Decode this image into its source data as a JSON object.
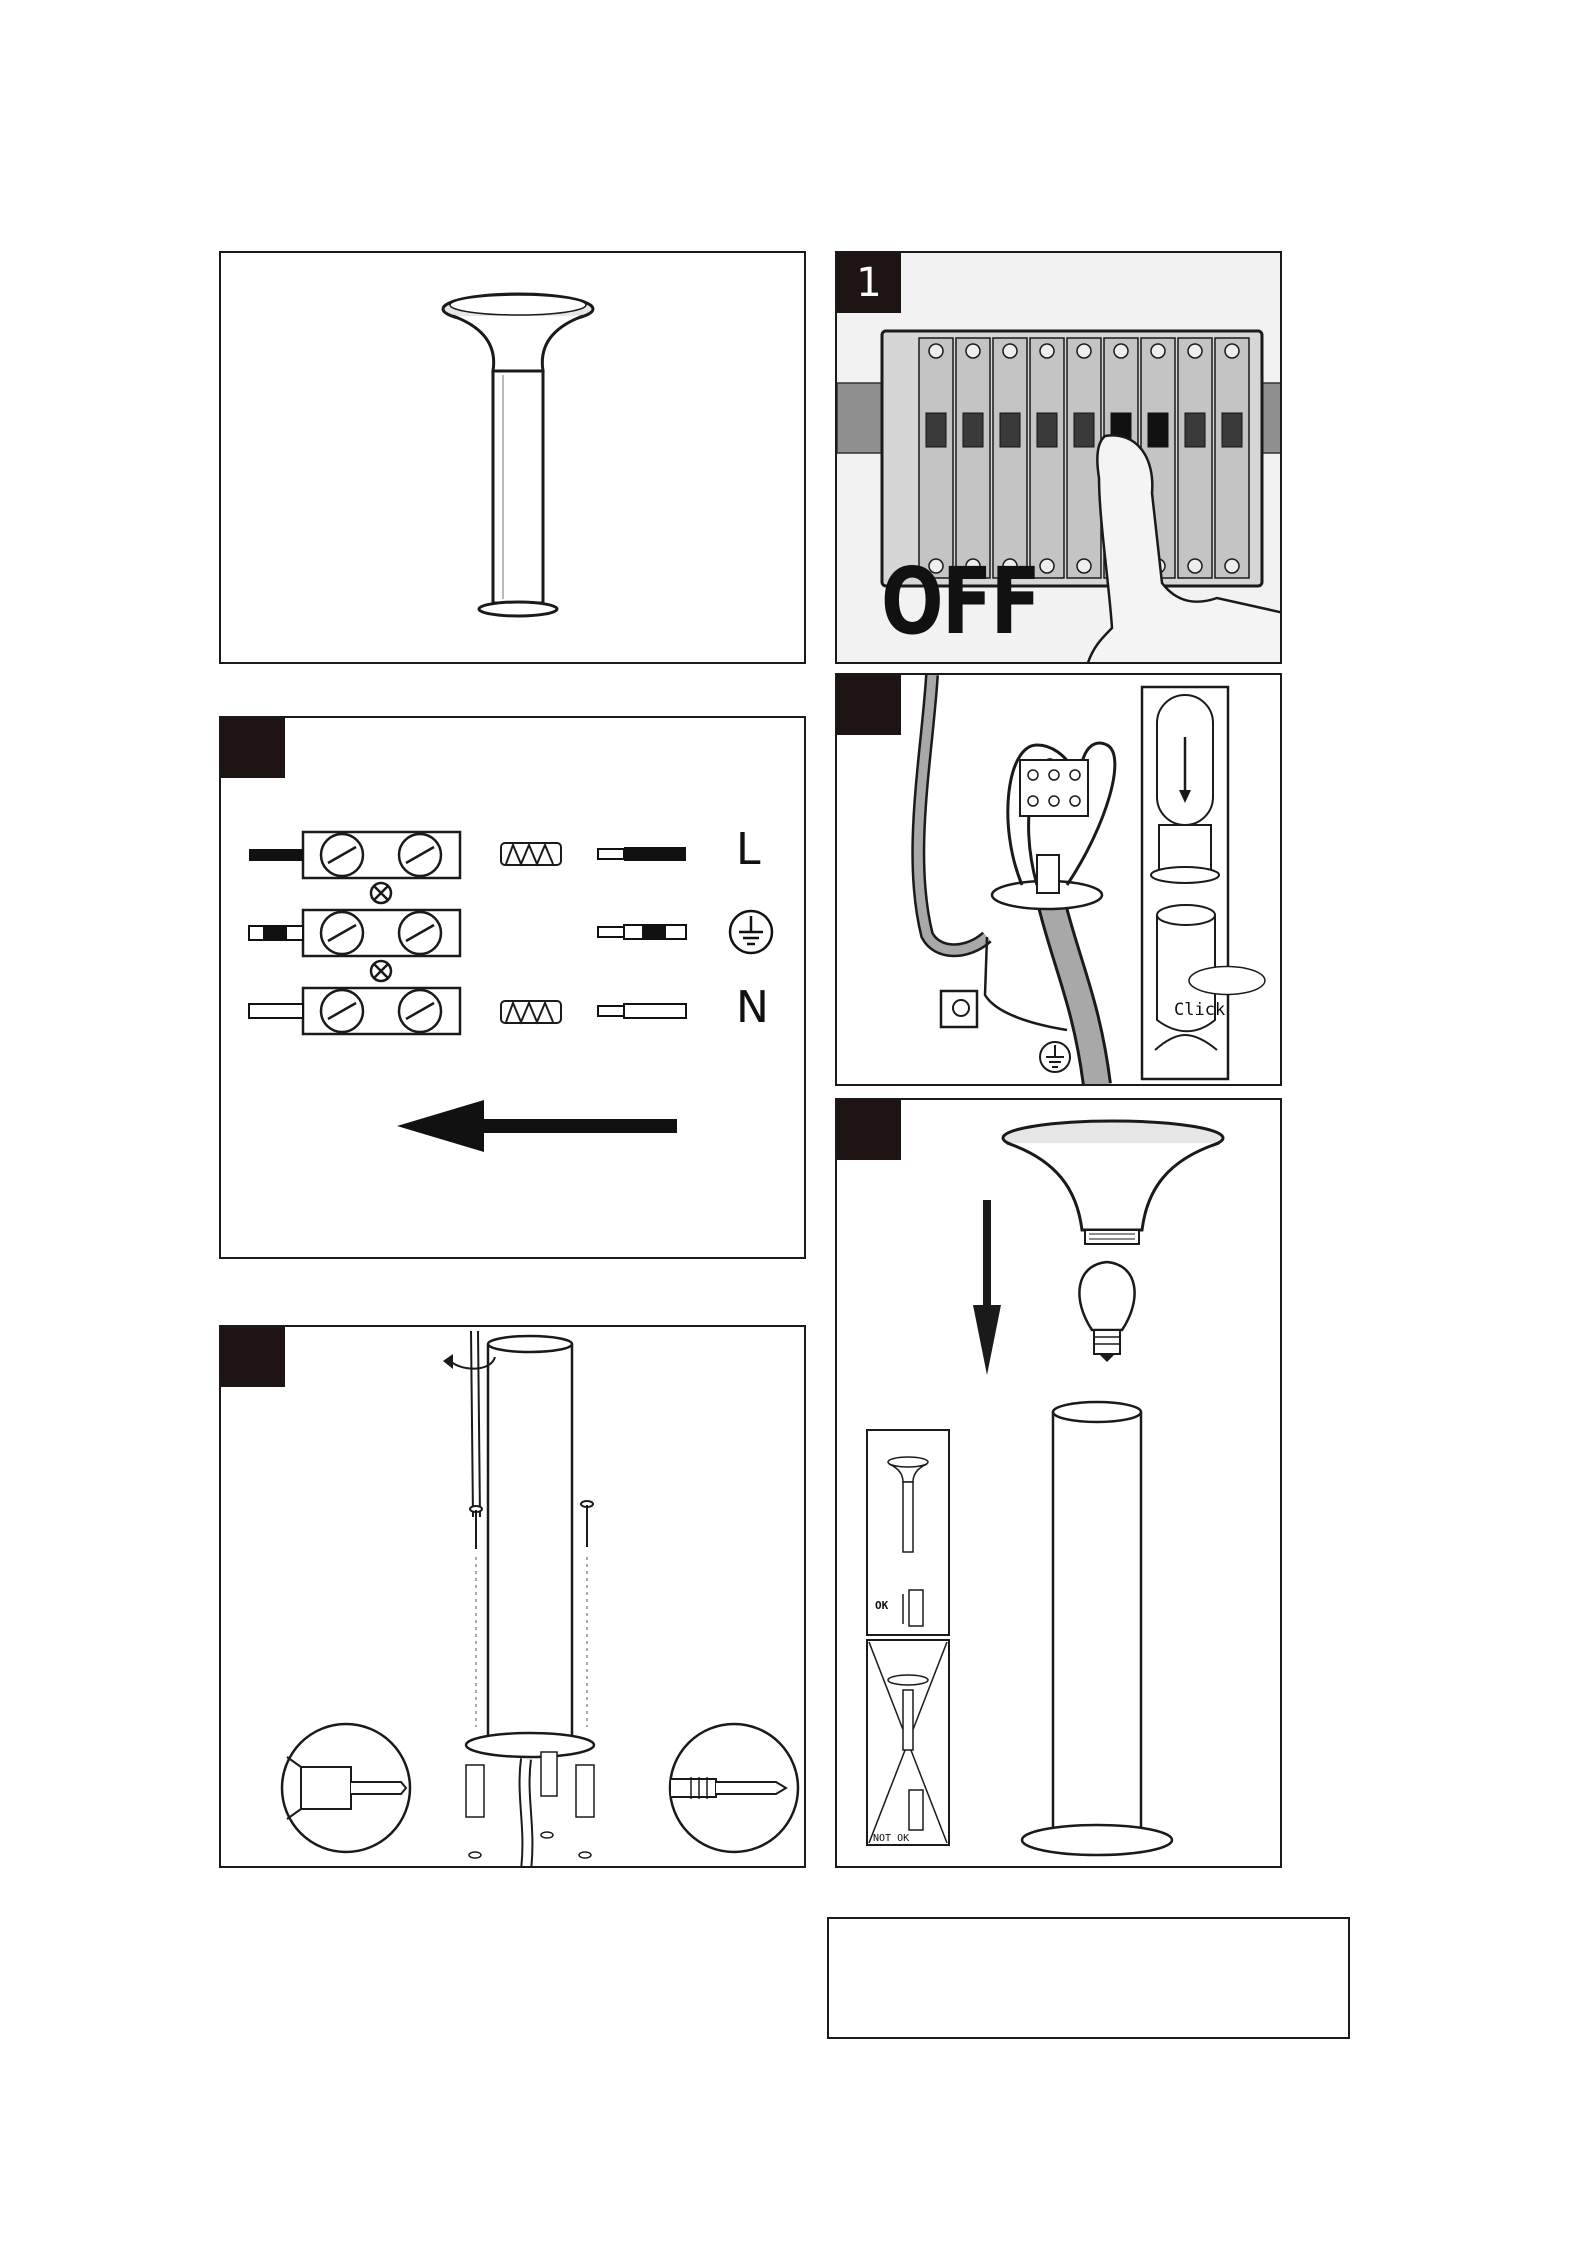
{
  "panels": {
    "step1": {
      "number": "1",
      "caption": "OFF"
    },
    "wiring": {
      "labels": {
        "live": "L",
        "neutral": "N"
      },
      "ground_symbol": "earth-ground-icon"
    },
    "click_note": "Click",
    "ok_label": "OK",
    "not_ok_label": "NOT OK"
  },
  "colors": {
    "line": "#1a1a1a",
    "badge": "#1e1414",
    "wire_gray": "#9a9a9a"
  }
}
